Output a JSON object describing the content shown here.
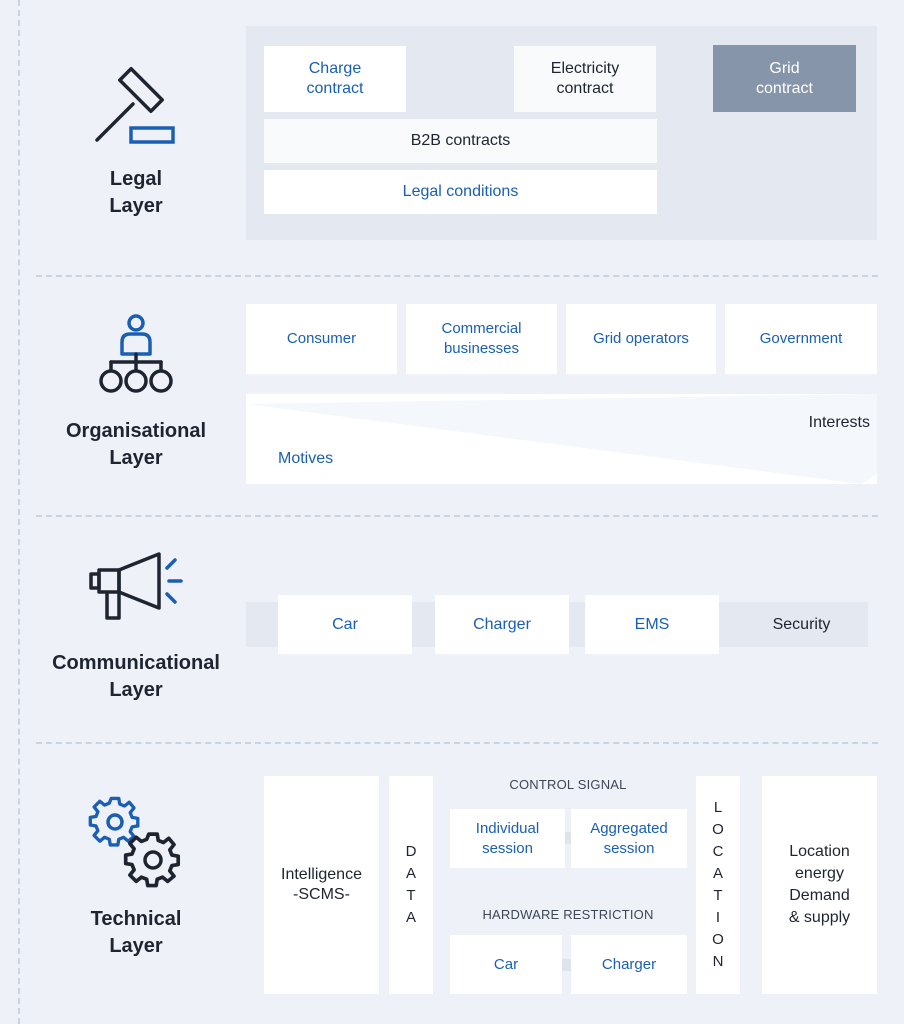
{
  "layers": {
    "legal": {
      "label_line1": "Legal",
      "label_line2": "Layer",
      "icon": "gavel-icon"
    },
    "organisational": {
      "label_line1": "Organisational",
      "label_line2": "Layer",
      "icon": "org-chart-icon"
    },
    "communicational": {
      "label_line1": "Communicational",
      "label_line2": "Layer",
      "icon": "megaphone-icon"
    },
    "technical": {
      "label_line1": "Technical",
      "label_line2": "Layer",
      "icon": "gears-icon"
    }
  },
  "legal": {
    "charge_contract": {
      "line1": "Charge",
      "line2": "contract"
    },
    "electricity_contract": {
      "line1": "Electricity",
      "line2": "contract"
    },
    "grid_contract": {
      "line1": "Grid",
      "line2": "contract"
    },
    "b2b": "B2B contracts",
    "legal_conditions": "Legal conditions"
  },
  "organisational": {
    "consumer": "Consumer",
    "commercial": {
      "line1": "Commercial",
      "line2": "businesses"
    },
    "grid_operators": "Grid operators",
    "government": "Government",
    "interests": "Interests",
    "motives": "Motives"
  },
  "communicational": {
    "car": "Car",
    "charger": "Charger",
    "ems": "EMS",
    "security": "Security"
  },
  "technical": {
    "intelligence": {
      "line1": "Intelligence",
      "line2": "-SCMS-"
    },
    "data_letters": [
      "D",
      "A",
      "T",
      "A"
    ],
    "control_signal": "CONTROL SIGNAL",
    "individual_session": {
      "line1": "Individual",
      "line2": "session"
    },
    "aggregated_session": {
      "line1": "Aggregated",
      "line2": "session"
    },
    "hardware_restriction": "HARDWARE RESTRICTION",
    "car": "Car",
    "charger": "Charger",
    "location_letters": [
      "L",
      "O",
      "C",
      "A",
      "T",
      "I",
      "O",
      "N"
    ],
    "location_energy": {
      "line1": "Location",
      "line2": "energy",
      "line3": "Demand",
      "line4": "& supply"
    }
  },
  "colors": {
    "accent": "#1a5fb4",
    "dark": "#1e2430",
    "grey_box": "#8795aa",
    "panel": "#e4e9f1",
    "background": "#eef2f8"
  }
}
